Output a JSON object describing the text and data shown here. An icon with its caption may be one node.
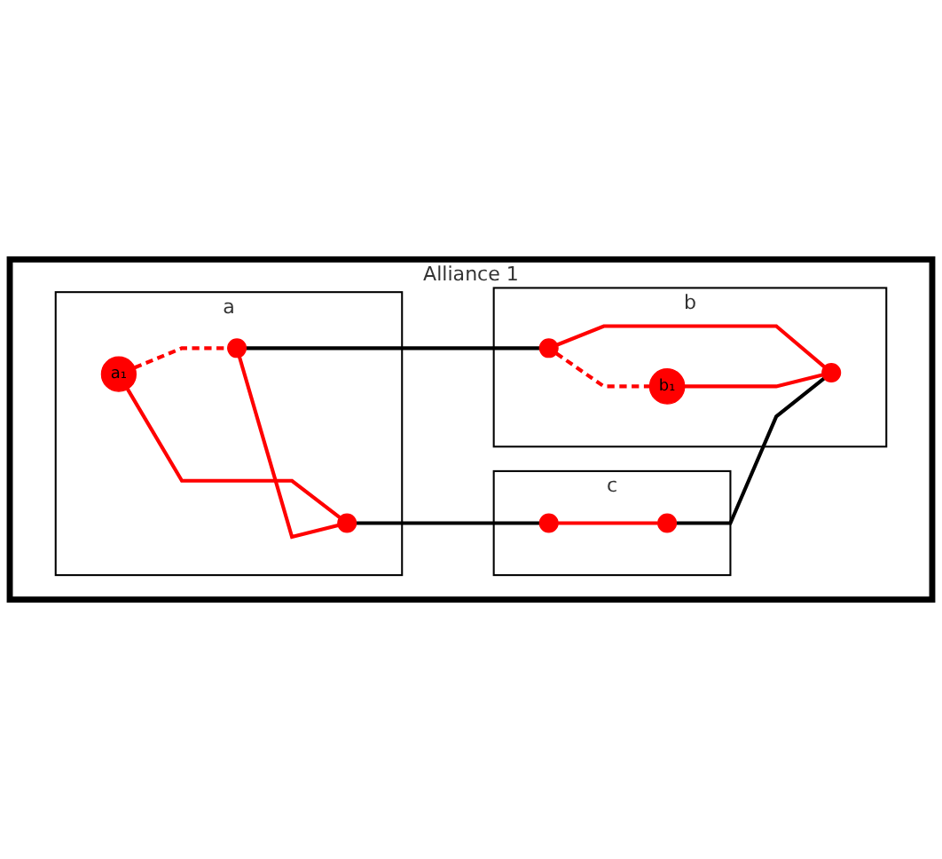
{
  "diagram": {
    "nodes": [
      {
        "text": [
          "Alliance 1"
        ]
      },
      {
        "text": [
          "a"
        ],
        "in": 0
      },
      {
        "text": [
          "a₁"
        ],
        "in": 1
      },
      {
        "text": [],
        "shape": "circle",
        "in": 1
      },
      {
        "text": [],
        "shape": "circle",
        "in": 1
      },
      {
        "text": [
          "b"
        ],
        "in": 0
      },
      {
        "text": [],
        "shape": "circle",
        "in": 5
      },
      {
        "text": [
          "b₁"
        ],
        "in": 5
      },
      {
        "text": [],
        "shape": "circle",
        "in": 5
      },
      {
        "text": [
          "c"
        ],
        "in": 0
      },
      {
        "text": [],
        "shape": "circle",
        "in": 9
      },
      {
        "text": [],
        "shape": "circle",
        "in": 9
      }
    ],
    "edges": [
      {
        "from": 2,
        "to": 3,
        "arrow": "none",
        "style": "dashed"
      },
      {
        "from": 2,
        "to": 4,
        "arrow": "none"
      },
      {
        "from": 3,
        "to": 4,
        "arrow": "none"
      },
      {
        "from": 3,
        "to": 6,
        "arrow": "none",
        "color": "#000000"
      },
      {
        "from": 6,
        "to": 7,
        "arrow": "none",
        "style": "dashed"
      },
      {
        "from": 6,
        "to": 8,
        "arrow": "none"
      },
      {
        "from": 7,
        "to": 8,
        "arrow": "none"
      },
      {
        "from": 4,
        "to": 10,
        "arrow": "none",
        "color": "#000000"
      },
      {
        "from": 10,
        "to": 11,
        "arrow": "none"
      },
      {
        "from": 11,
        "to": 8,
        "arrow": "none",
        "color": "#000000"
      }
    ]
  }
}
